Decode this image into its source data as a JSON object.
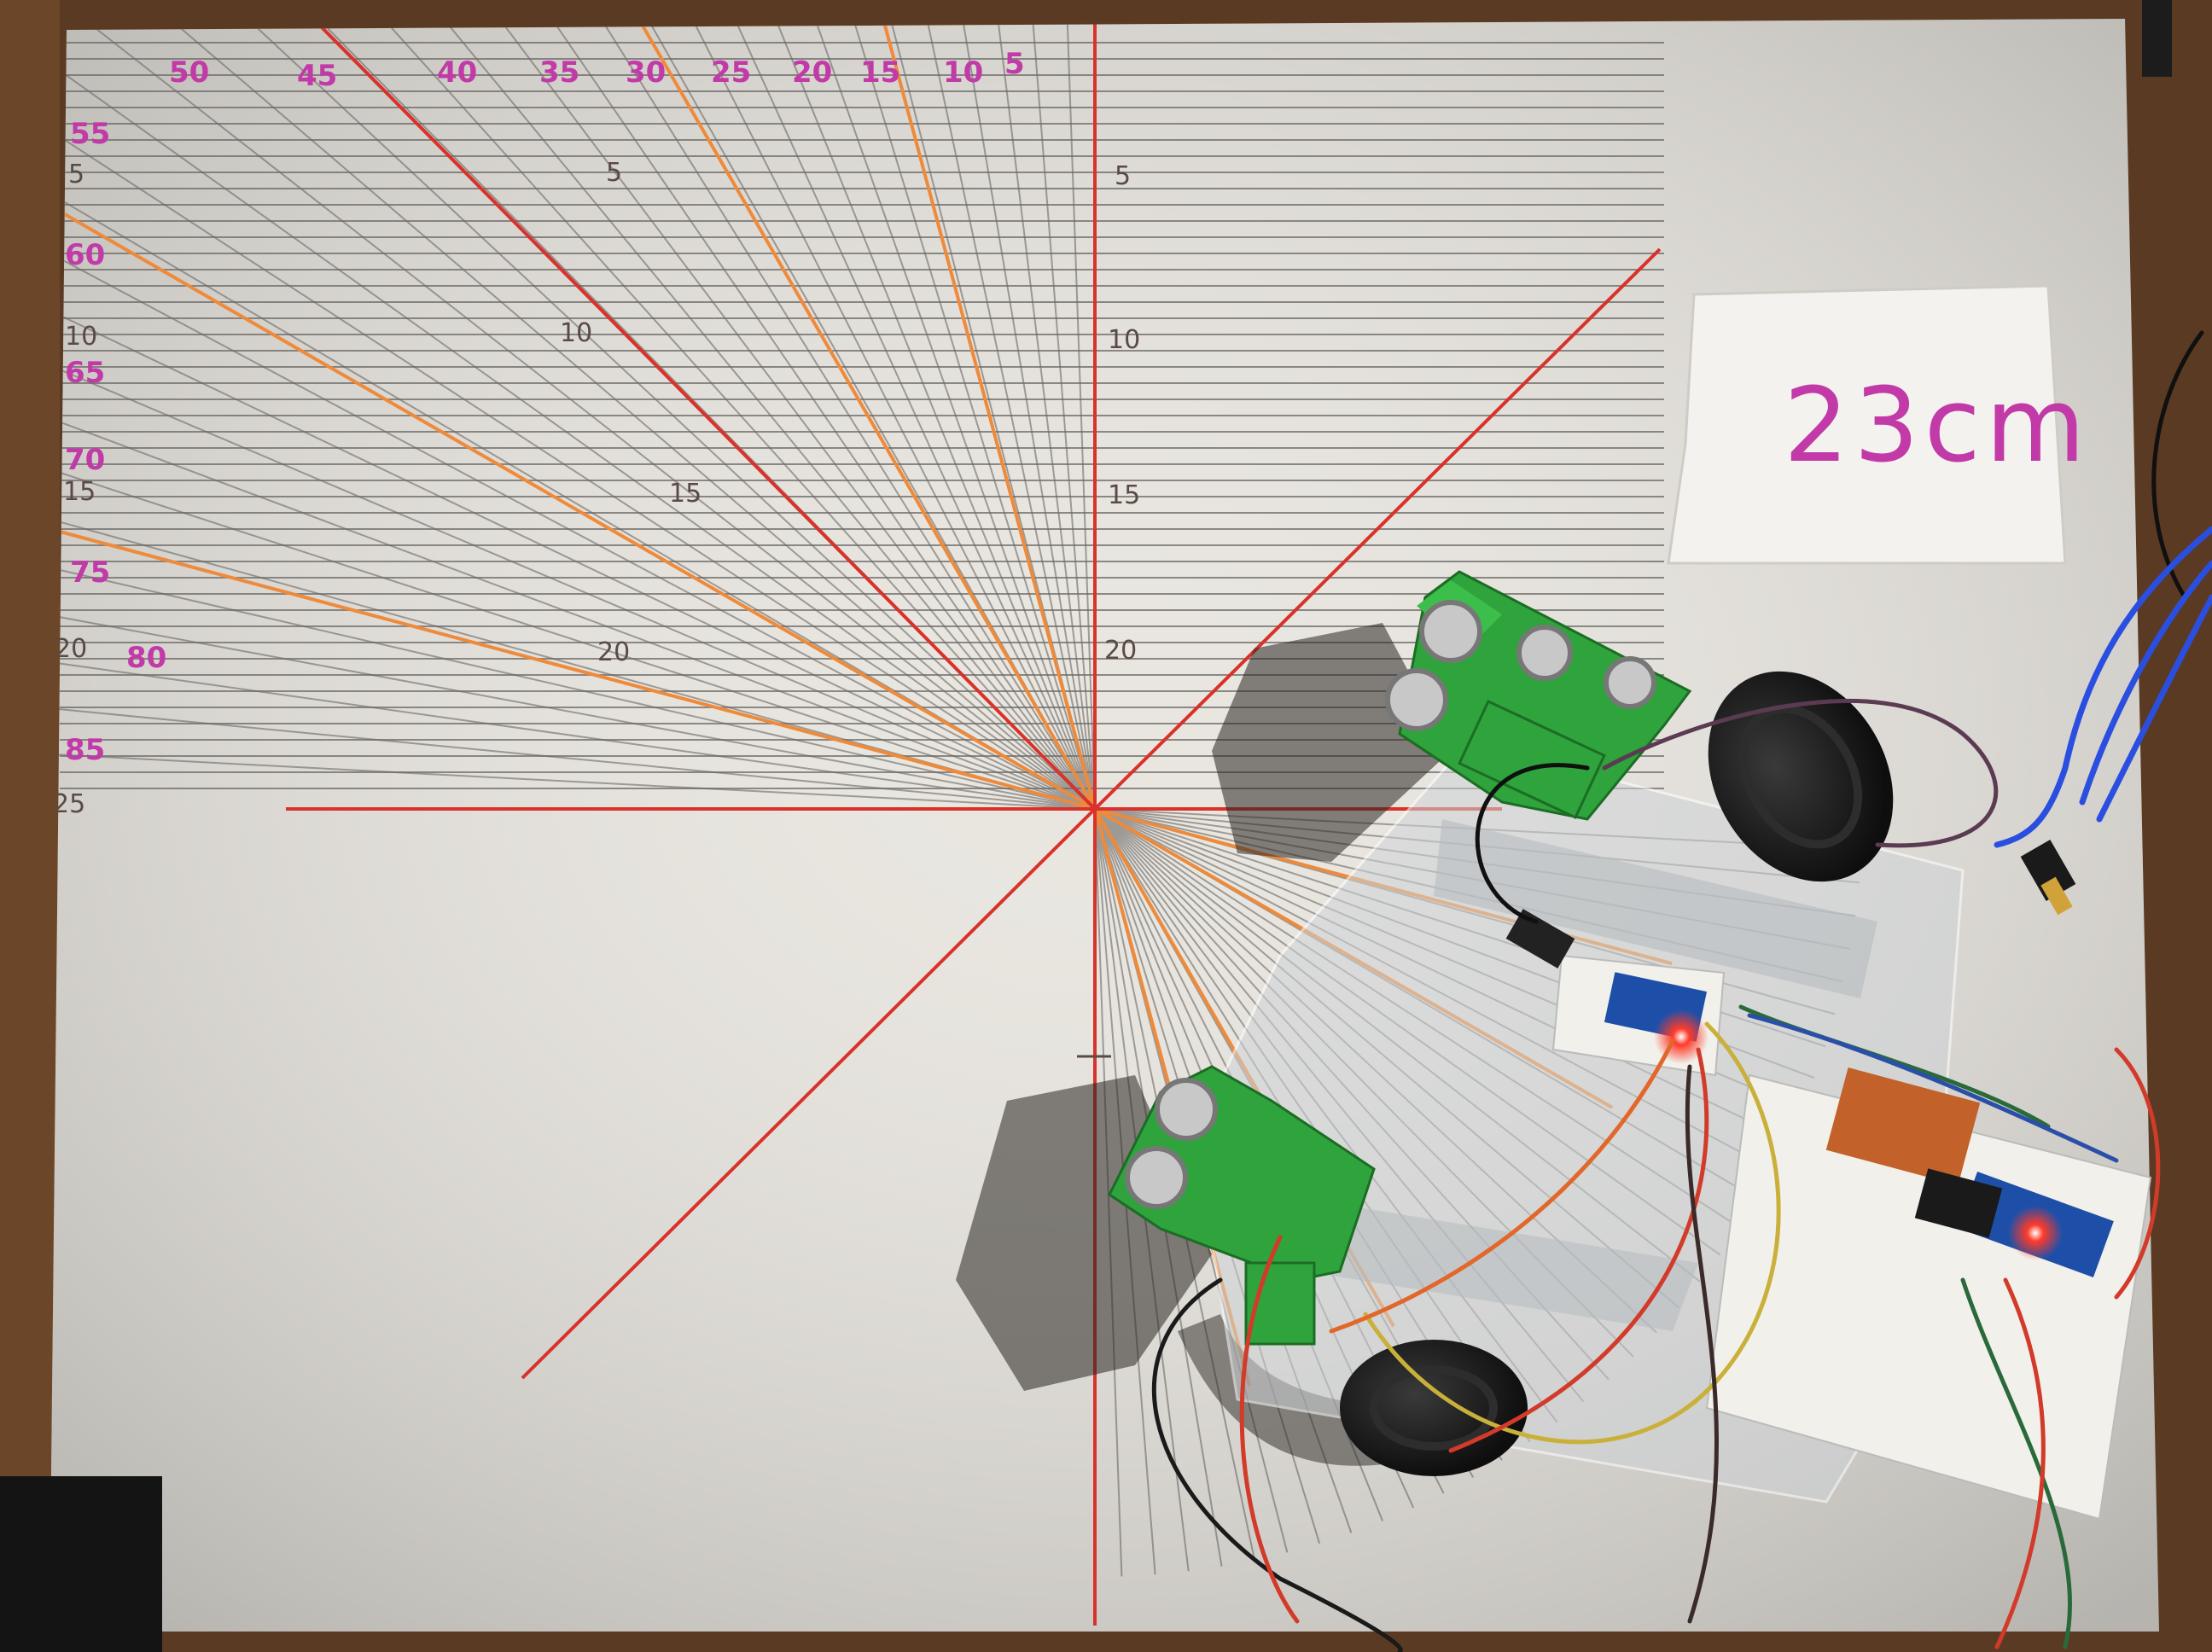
{
  "board": {
    "top_angle_labels": [
      "50",
      "45",
      "40",
      "35",
      "30",
      "25",
      "20",
      "15",
      "10",
      "5"
    ],
    "left_angle_labels": [
      "55",
      "60",
      "65",
      "70",
      "75",
      "80",
      "85"
    ],
    "left_distance_labels": [
      "5",
      "10",
      "15",
      "20",
      "25"
    ],
    "diagonal_distance_labels": [
      "5",
      "10",
      "15",
      "20"
    ],
    "vertical_distance_labels": [
      "5",
      "10",
      "15",
      "20"
    ],
    "note": "23cm"
  },
  "colors": {
    "wood": "#5a3a22",
    "board": "#e9e6e0",
    "red_line": "#d8322a",
    "orange_line": "#ee8a3a",
    "pink_ink": "#c23aa8",
    "pcb_green": "#2fa33c",
    "led_red": "#ff3a2a"
  }
}
